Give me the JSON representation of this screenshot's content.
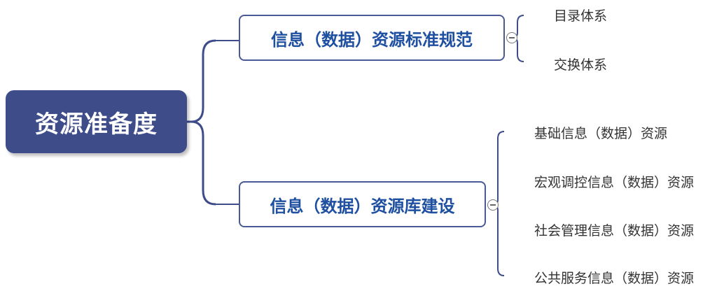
{
  "root": {
    "label": "资源准备度"
  },
  "branches": [
    {
      "label": "信息（数据）资源标准规范",
      "children": [
        "目录体系",
        "交换体系"
      ]
    },
    {
      "label": "信息（数据）资源库建设",
      "children": [
        "基础信息（数据）资源",
        "宏观调控信息（数据）资源",
        "社会管理信息（数据）资源",
        "公共服务信息（数据）资源"
      ]
    }
  ],
  "colors": {
    "root_fill": "#3e4d8a",
    "branch_border": "#4a5a96",
    "branch_text": "#1e4fa0",
    "connector": "#3e4d8a",
    "leaf_text": "#333333"
  }
}
